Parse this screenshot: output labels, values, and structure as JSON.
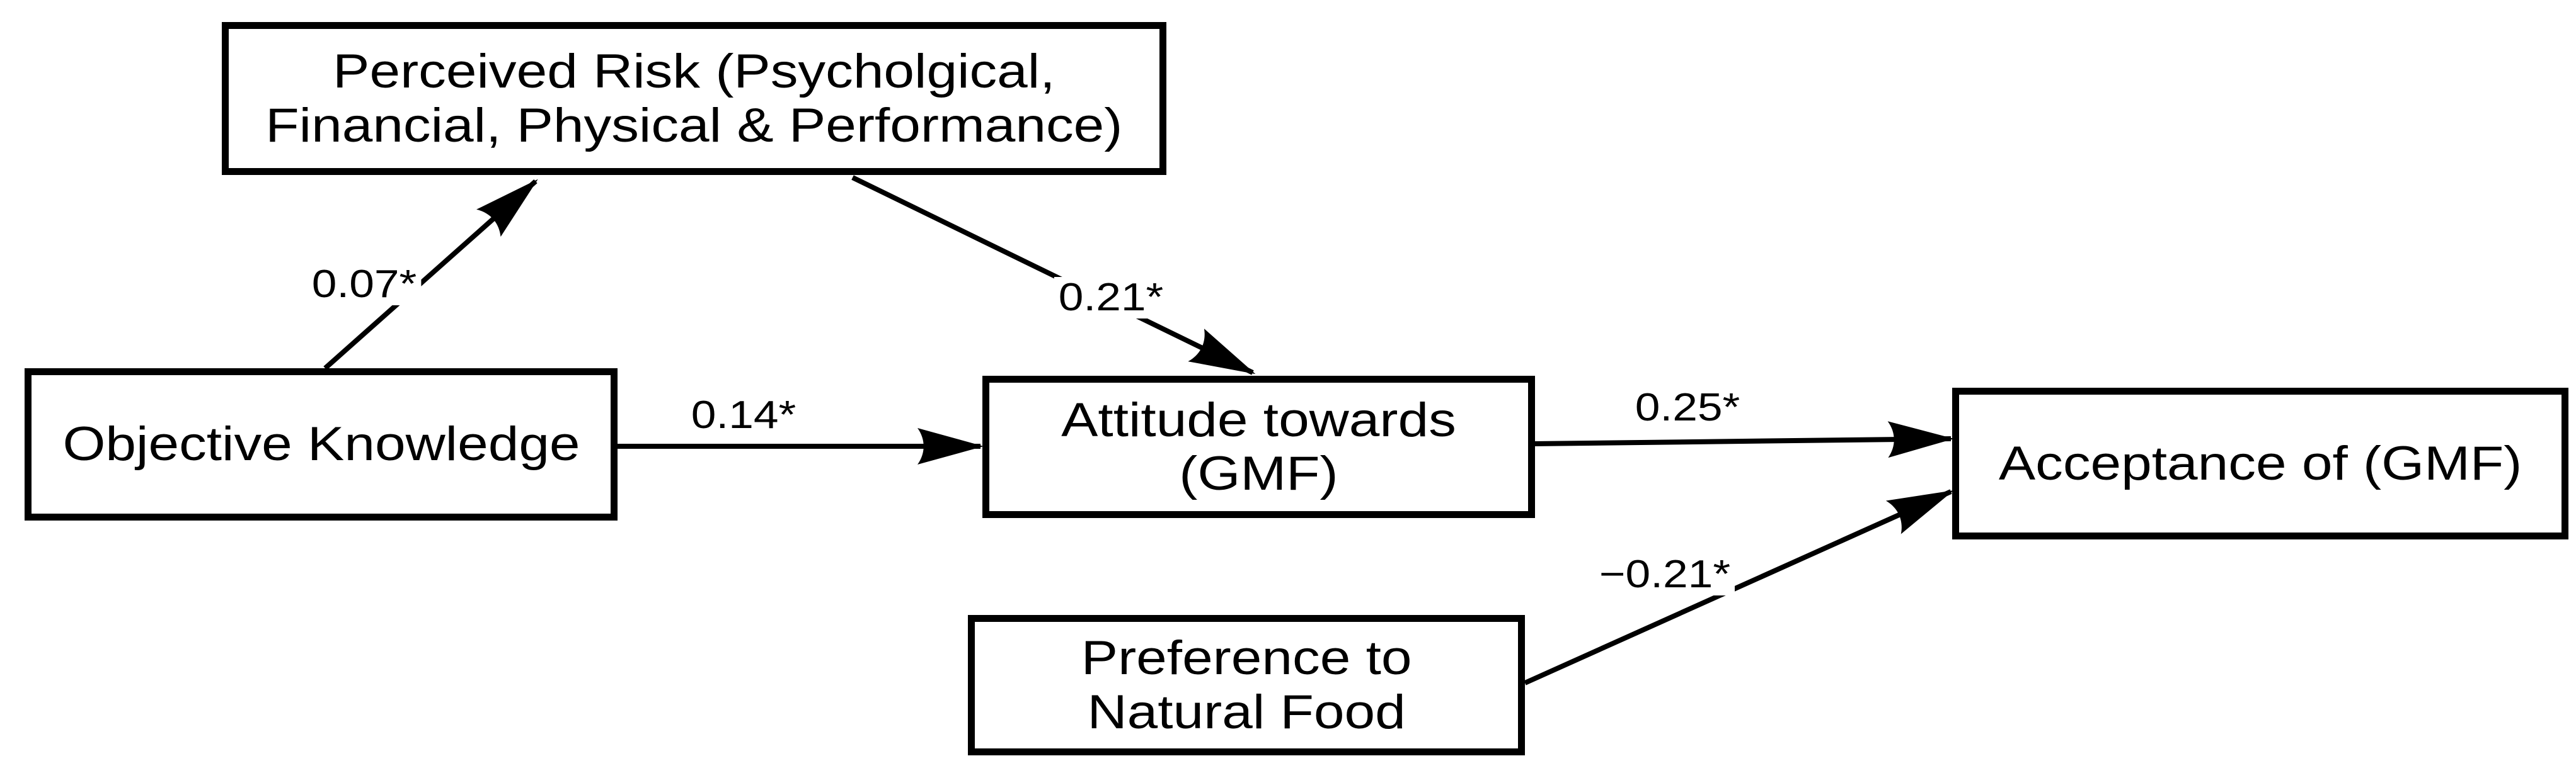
{
  "figure": {
    "type": "path-diagram",
    "background_color": "#ffffff",
    "ink_color": "#000000"
  },
  "nodes": [
    {
      "id": "perceived-risk",
      "label": "Perceived Risk (Psycholgical,\nFinancial, Physical & Performance)"
    },
    {
      "id": "objective-knowledge",
      "label": "Objective Knowledge"
    },
    {
      "id": "attitude-gmf",
      "label": "Attitude towards\n(GMF)"
    },
    {
      "id": "acceptance-gmf",
      "label": "Acceptance of (GMF)"
    },
    {
      "id": "preference-natural-food",
      "label": "Preference to\nNatural Food"
    }
  ],
  "edges": [
    {
      "from": "objective-knowledge",
      "to": "perceived-risk",
      "coefficient": "0.07*"
    },
    {
      "from": "perceived-risk",
      "to": "attitude-gmf",
      "coefficient": "0.21*"
    },
    {
      "from": "objective-knowledge",
      "to": "attitude-gmf",
      "coefficient": "0.14*"
    },
    {
      "from": "attitude-gmf",
      "to": "acceptance-gmf",
      "coefficient": "0.25*"
    },
    {
      "from": "preference-natural-food",
      "to": "acceptance-gmf",
      "coefficient": "−0.21*"
    }
  ]
}
